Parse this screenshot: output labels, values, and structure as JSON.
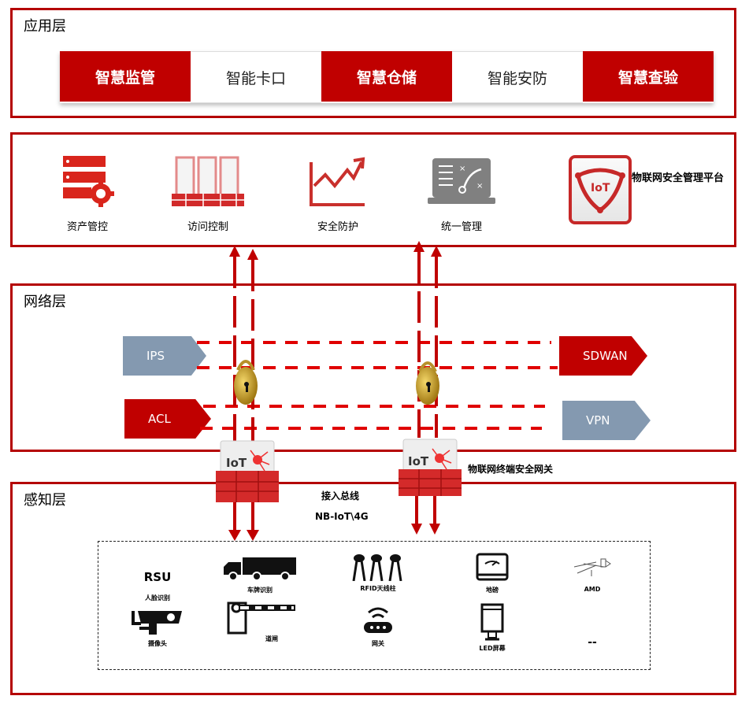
{
  "layers": {
    "application": {
      "title": "应用层",
      "items": [
        {
          "label": "智慧监管",
          "style": "red"
        },
        {
          "label": "智能卡口",
          "style": "white"
        },
        {
          "label": "智慧仓储",
          "style": "red"
        },
        {
          "label": "智能安防",
          "style": "white"
        },
        {
          "label": "智慧查验",
          "style": "red"
        }
      ]
    },
    "platform": {
      "items": [
        {
          "label": "资产管控",
          "icon": "server-gear-icon"
        },
        {
          "label": "访问控制",
          "icon": "firewall-icon"
        },
        {
          "label": "安全防护",
          "icon": "trend-up-icon"
        },
        {
          "label": "统一管理",
          "icon": "laptop-strategy-icon"
        }
      ],
      "iot_platform_label": "物联网安全管理平台",
      "iot_badge": "IoT"
    },
    "network": {
      "title": "网络层",
      "tags": {
        "ips": "IPS",
        "acl": "ACL",
        "sdwan": "SDWAN",
        "vpn": "VPN"
      },
      "gateway_label": "物联网终端安全网关",
      "gateway_badge": "IoT",
      "bus_label": "接入总线",
      "bus_protocol": "NB-IoT\\4G"
    },
    "perception": {
      "title": "感知层",
      "devices": [
        {
          "label": "人脸识别",
          "glyph": "RSU",
          "icon": "rsu-icon"
        },
        {
          "label": "车牌识别",
          "icon": "truck-icon"
        },
        {
          "label": "RFID天线柱",
          "icon": "antenna-pillars-icon"
        },
        {
          "label": "地磅",
          "icon": "scale-icon"
        },
        {
          "label": "AMD",
          "icon": "laser-sensor-icon"
        },
        {
          "label": "摄像头",
          "icon": "camera-icon"
        },
        {
          "label": "道闸",
          "icon": "barrier-gate-icon"
        },
        {
          "label": "网关",
          "icon": "router-icon"
        },
        {
          "label": "LED屏幕",
          "icon": "led-screen-icon"
        },
        {
          "label": "",
          "glyph": "--",
          "icon": "more-icon"
        }
      ]
    }
  },
  "colors": {
    "brand_red": "#c00000",
    "frame_red": "#b40000",
    "tag_gray": "#8499b0",
    "dash_red": "#e00000",
    "lock_gold": "#c9a227"
  }
}
